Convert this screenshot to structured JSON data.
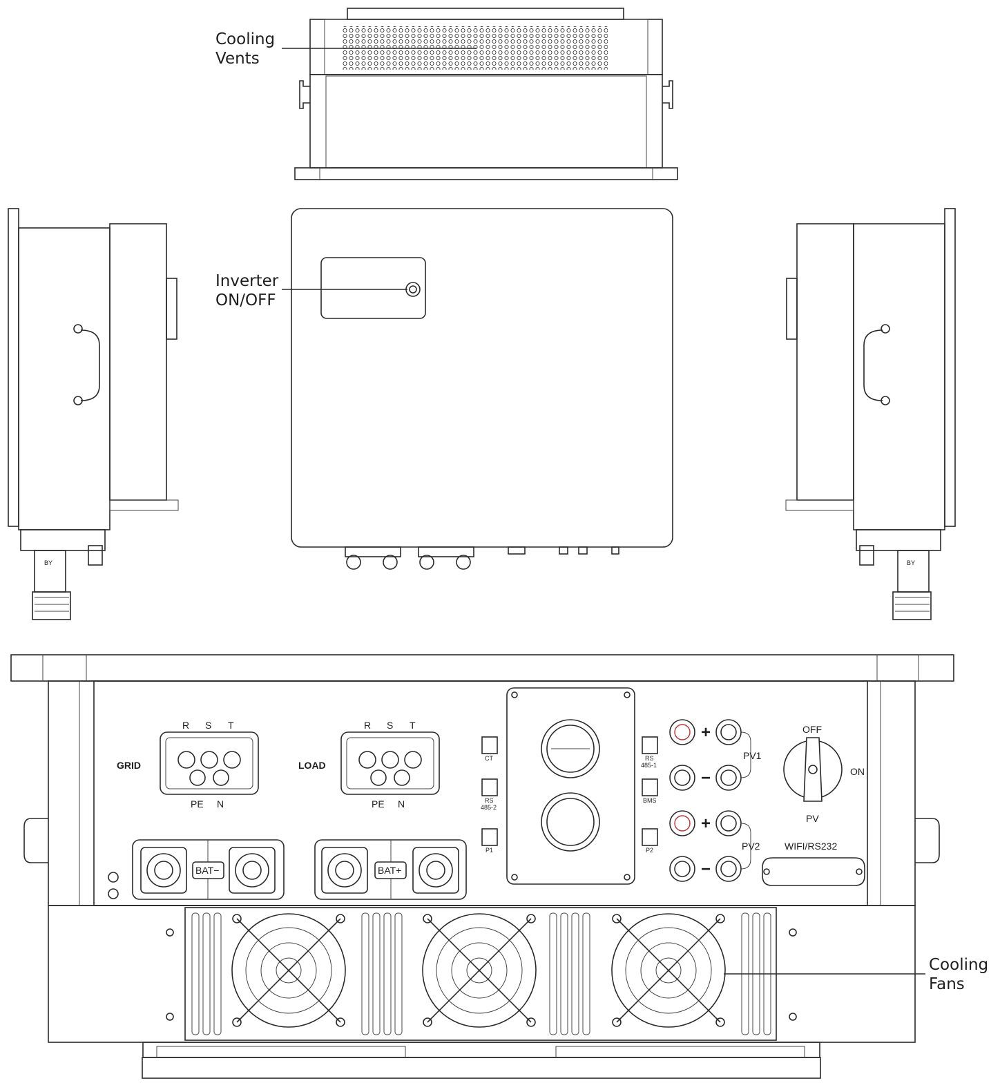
{
  "callouts": {
    "cooling_vents": [
      "Cooling",
      "Vents"
    ],
    "inverter_switch": [
      "Inverter",
      "ON/OFF"
    ],
    "cooling_fans": [
      "Cooling",
      "Fans"
    ]
  },
  "panel": {
    "grid": {
      "label": "GRID",
      "phases": [
        "R",
        "S",
        "T"
      ],
      "bottom": [
        "PE",
        "N"
      ]
    },
    "load": {
      "label": "LOAD",
      "phases": [
        "R",
        "S",
        "T"
      ],
      "bottom": [
        "PE",
        "N"
      ]
    },
    "ports_left": [
      "CT",
      "RS",
      "485-2",
      "P1"
    ],
    "ports_right": [
      "RS",
      "485-1",
      "BMS",
      "P2"
    ],
    "pv": {
      "pv1": "PV1",
      "pv2": "PV2",
      "plus": "+",
      "minus": "−"
    },
    "switch": {
      "off": "OFF",
      "on": "ON",
      "label": "PV"
    },
    "wifi": "WIFI/RS232",
    "battery": {
      "neg": "BAT−",
      "pos": "BAT+"
    }
  }
}
